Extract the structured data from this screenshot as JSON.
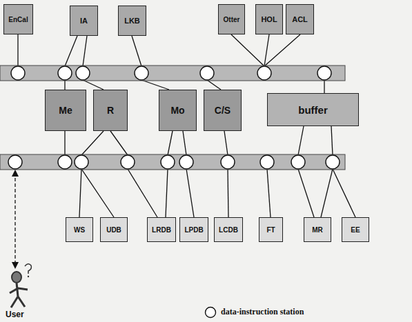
{
  "diagram": {
    "nodes": [
      {
        "text": [
          "EnCal"
        ]
      },
      {
        "text": [
          "IA"
        ]
      },
      {
        "text": [
          "LKB"
        ]
      },
      {
        "text": [
          "Otter"
        ]
      },
      {
        "text": [
          "HOL"
        ]
      },
      {
        "text": [
          "ACL"
        ]
      },
      {
        "text": [
          "Me"
        ]
      },
      {
        "text": [
          "R"
        ]
      },
      {
        "text": [
          "Mo"
        ]
      },
      {
        "text": [
          "C/S"
        ]
      },
      {
        "text": [
          "buffer"
        ]
      },
      {
        "text": [
          "WS"
        ]
      },
      {
        "text": [
          "UDB"
        ]
      },
      {
        "text": [
          "LRDB"
        ]
      },
      {
        "text": [
          "LPDB"
        ]
      },
      {
        "text": [
          "LCDB"
        ]
      },
      {
        "text": [
          "FT"
        ]
      },
      {
        "text": [
          "MR"
        ]
      },
      {
        "text": [
          "EE"
        ]
      }
    ],
    "labels": [
      "User"
    ],
    "legend": [
      {
        "text": "data-instruction station"
      }
    ]
  }
}
